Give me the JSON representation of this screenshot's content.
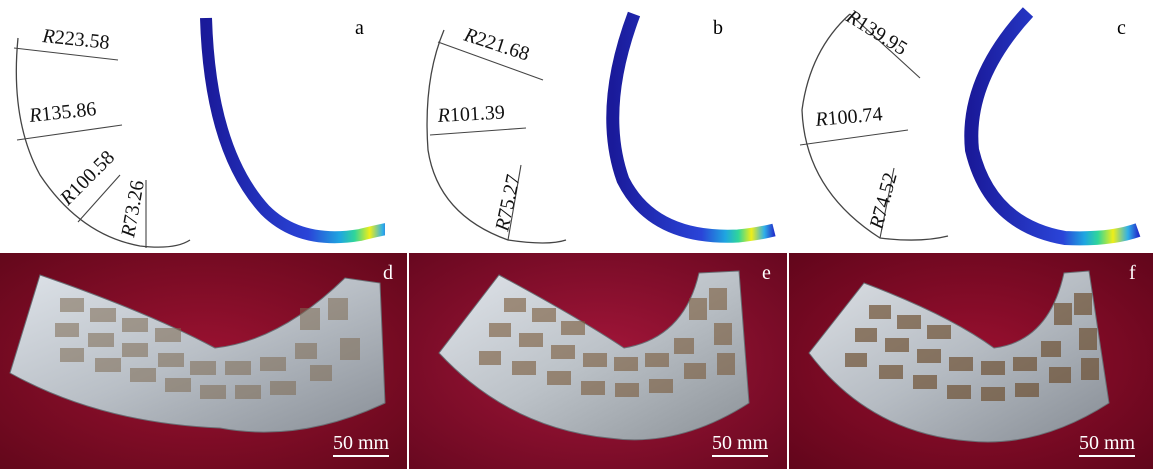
{
  "panels": {
    "a": {
      "letter": "a",
      "radii_labels": [
        "223.58",
        "135.86",
        "100.58",
        "73.26"
      ],
      "radius_prefix": "R"
    },
    "b": {
      "letter": "b",
      "radii_labels": [
        "221.68",
        "101.39",
        "75.27"
      ],
      "radius_prefix": "R"
    },
    "c": {
      "letter": "c",
      "radii_labels": [
        "139.95",
        "100.74",
        "74.52"
      ],
      "radius_prefix": "R"
    },
    "d": {
      "letter": "d",
      "scalebar": "50 mm"
    },
    "e": {
      "letter": "e",
      "scalebar": "50 mm"
    },
    "f": {
      "letter": "f",
      "scalebar": "50 mm"
    }
  },
  "colors": {
    "strip_gradient": [
      "#1a1a9a",
      "#2a44d8",
      "#1fa6e0",
      "#25d6a0",
      "#e8ea1a",
      "#f2e81a",
      "#2a60e0"
    ],
    "photo_background": "#8a0a28",
    "part_metal": "#c8ccd0",
    "pocket_tint": "#7a5a3a"
  }
}
